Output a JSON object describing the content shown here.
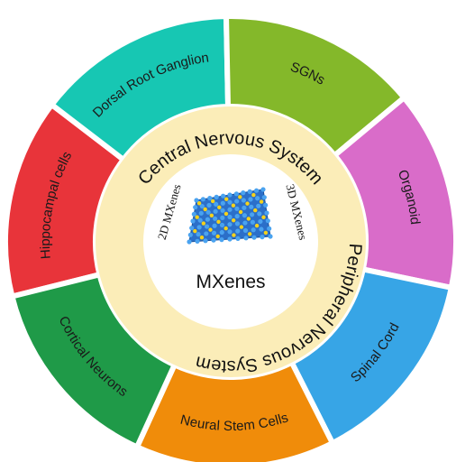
{
  "segments": [
    {
      "label": "Hippocampal cells",
      "color": "#e8343a"
    },
    {
      "label": "Dorsal Root Ganglion",
      "color": "#17c7b3"
    },
    {
      "label": "SGNs",
      "color": "#84b82a"
    },
    {
      "label": "Organoid",
      "color": "#d96cc9"
    },
    {
      "label": "Spinal Cord",
      "color": "#37a5e6"
    },
    {
      "label": "Neural Stem Cells",
      "color": "#f08c0a"
    },
    {
      "label": "Cortical Neurons",
      "color": "#1f9a48"
    }
  ],
  "ring": {
    "top": "Central Nervous System",
    "bottom": "Peripheral Nervous System",
    "color": "#fbedb8"
  },
  "inner": {
    "left": "2D MXenes",
    "right": "3D MXenes"
  },
  "center": {
    "title": "MXenes"
  }
}
